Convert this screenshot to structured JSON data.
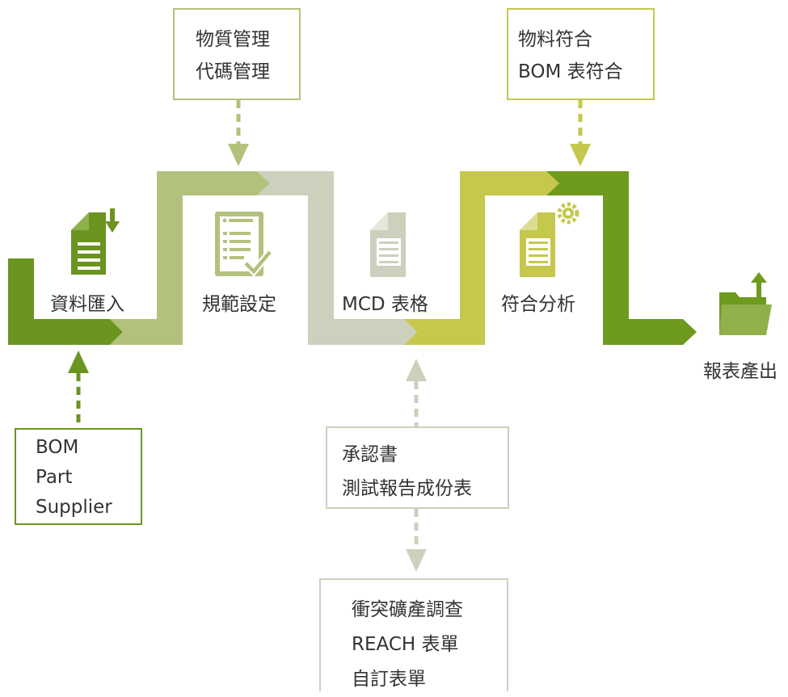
{
  "colors": {
    "step1": "#6b9420",
    "step2": "#b2c27d",
    "step3": "#cbd1bc",
    "step4": "#c5c84c",
    "step5": "#6e9a1e",
    "text": "#333333"
  },
  "steps": [
    {
      "label": "資料匯入",
      "icon": "document-download-icon"
    },
    {
      "label": "規範設定",
      "icon": "checklist-icon"
    },
    {
      "label": "MCD 表格",
      "icon": "document-icon"
    },
    {
      "label": "符合分析",
      "icon": "document-gear-icon"
    }
  ],
  "output": {
    "label": "報表產出",
    "icon": "folder-upload-icon"
  },
  "notes": {
    "top_substance": [
      "物質管理",
      "代碼管理"
    ],
    "top_compliance": [
      "物料符合",
      "BOM 表符合"
    ],
    "bottom_import": [
      "BOM",
      "Part",
      "Supplier"
    ],
    "bottom_approval": [
      "承認書",
      "測試報告成份表"
    ],
    "bottom_survey": [
      "衝突礦產調查",
      "REACH 表單",
      "自訂表單"
    ]
  }
}
